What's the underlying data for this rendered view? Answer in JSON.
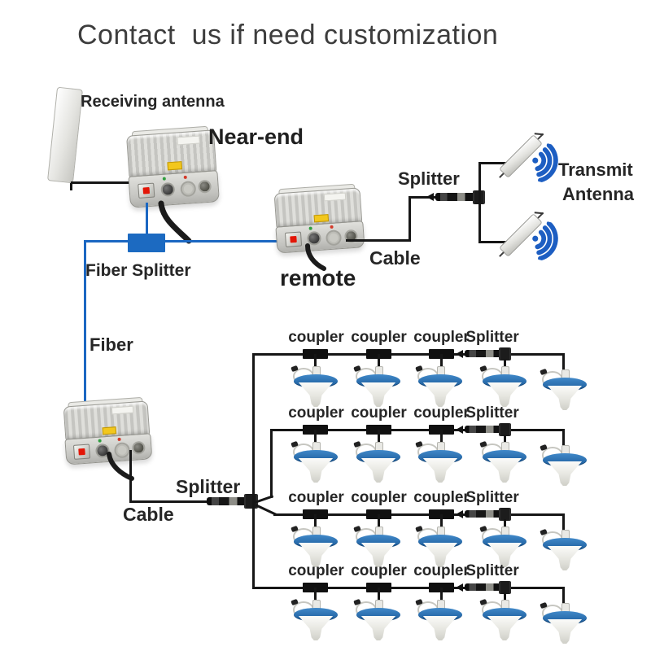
{
  "title": "Contact  us if need customization",
  "labels": {
    "receiving_antenna": "Receiving antenna",
    "near_end": "Near-end",
    "fiber_splitter": "Fiber Splitter",
    "fiber": "Fiber",
    "remote": "remote",
    "splitter_top": "Splitter",
    "cable_top": "Cable",
    "transmit_antenna_line1": "Transmit",
    "transmit_antenna_line2": "Antenna",
    "cable_bottom": "Cable",
    "splitter_center": "Splitter"
  },
  "colors": {
    "fiber_blue": "#1b67c2",
    "cable_black": "#161616",
    "wifi_blue": "#1d5ec2",
    "antenna_disc_blue": "#2a72b4",
    "fiber_splitter_box_blue": "#1c6ac1",
    "warning_sticker_yellow": "#f2c71d",
    "connector_red": "#e31607",
    "text_dark": "#2b2b2b"
  },
  "distribution": {
    "antennas_per_row": 5,
    "rows": [
      {
        "labels": [
          "coupler",
          "coupler",
          "coupler",
          "Splitter"
        ]
      },
      {
        "labels": [
          "coupler",
          "coupler",
          "coupler",
          "Splitter"
        ]
      },
      {
        "labels": [
          "coupler",
          "coupler",
          "coupler",
          "Splitter"
        ]
      },
      {
        "labels": [
          "coupler",
          "coupler",
          "coupler",
          "Splitter"
        ]
      }
    ]
  }
}
